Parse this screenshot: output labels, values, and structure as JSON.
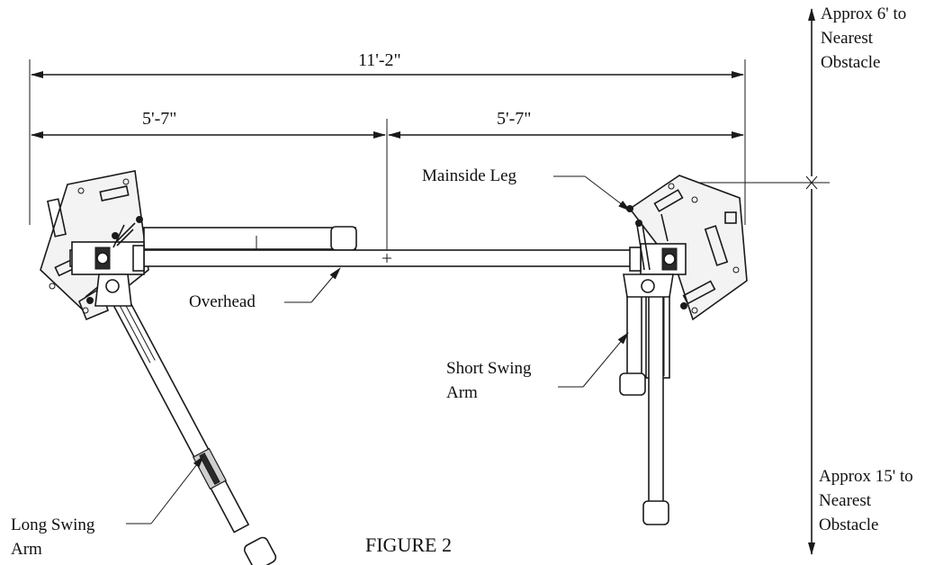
{
  "dimensions": {
    "overall": "11'-2\"",
    "left_half": "5'-7\"",
    "right_half": "5'-7\""
  },
  "clearances": {
    "top": [
      "Approx 6' to",
      "Nearest",
      "Obstacle"
    ],
    "bottom": [
      "Approx 15' to",
      "Nearest",
      "Obstacle"
    ]
  },
  "callouts": {
    "mainside_leg": "Mainside Leg",
    "overhead": "Overhead",
    "short_swing_arm": [
      "Short Swing",
      "Arm"
    ],
    "long_swing_arm": [
      "Long Swing",
      "Arm"
    ]
  },
  "figure_caption": "FIGURE 2"
}
